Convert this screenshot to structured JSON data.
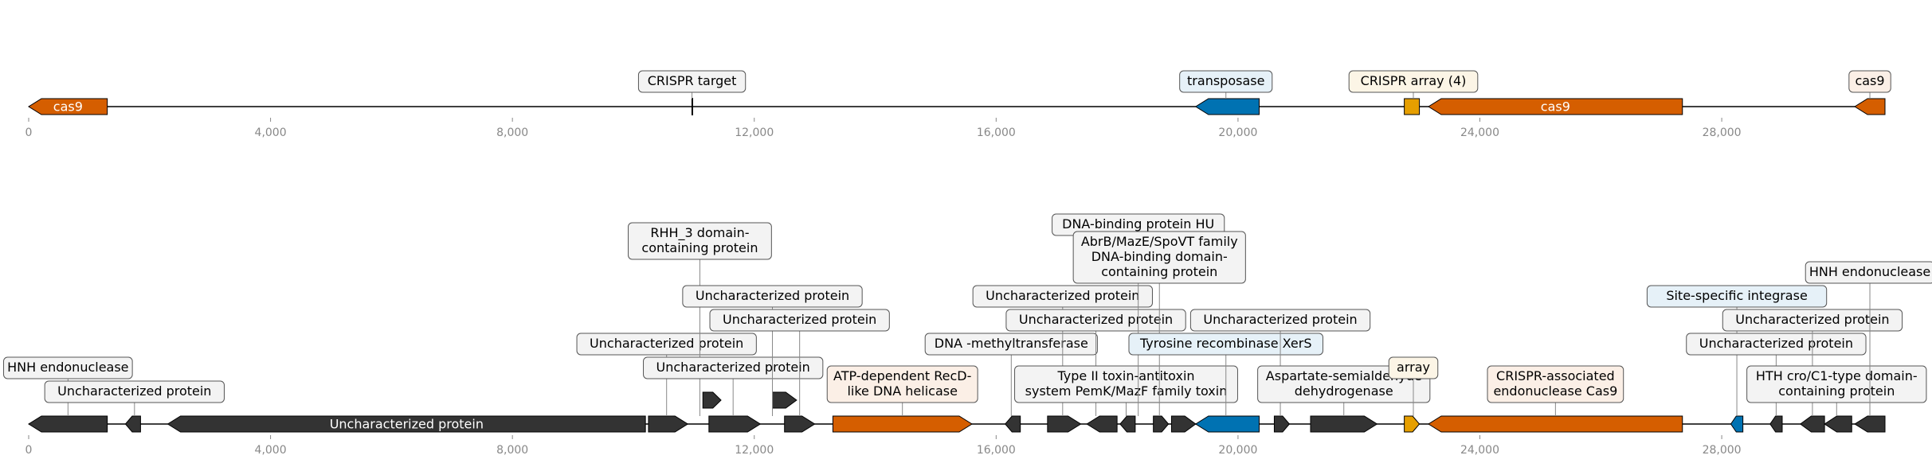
{
  "colors": {
    "cas9": "#D55E00",
    "transposase": "#0072B2",
    "crispr_array": "#E69F00",
    "uncharacterized": "#333333",
    "tick": "#888888",
    "backbone": "#000000"
  },
  "track_top": {
    "length": 30700,
    "ticks": [
      "0",
      "4,000",
      "8,000",
      "12,000",
      "16,000",
      "20,000",
      "24,000",
      "28,000"
    ],
    "features": [
      {
        "start": 0,
        "end": 1300,
        "strand": -1,
        "color": "cas9",
        "inner": "cas9"
      },
      {
        "start": 10950,
        "end": 11000,
        "strand": 0,
        "color": "backbone",
        "kind": "target"
      },
      {
        "start": 19300,
        "end": 20350,
        "strand": -1,
        "color": "transposase"
      },
      {
        "start": 22750,
        "end": 23000,
        "strand": 0,
        "color": "crispr_array"
      },
      {
        "start": 23150,
        "end": 27350,
        "strand": -1,
        "color": "cas9",
        "inner": "cas9"
      },
      {
        "start": 30200,
        "end": 30700,
        "strand": -1,
        "color": "cas9"
      }
    ],
    "labels": [
      {
        "text": "CRISPR target",
        "at": 10970,
        "level": 0,
        "tint": "#f3f3f3"
      },
      {
        "text": "transposase",
        "at": 19800,
        "level": 0,
        "tint": "#e6f1f8"
      },
      {
        "text": "CRISPR array (4)",
        "at": 22900,
        "level": 0,
        "tint": "#fcf5e6"
      },
      {
        "text": "cas9",
        "at": 30450,
        "level": 0,
        "tint": "#fbefe6"
      }
    ]
  },
  "track_bottom": {
    "length": 30700,
    "ticks": [
      "0",
      "4,000",
      "8,000",
      "12,000",
      "16,000",
      "20,000",
      "24,000",
      "28,000"
    ],
    "features": [
      {
        "start": 0,
        "end": 1300,
        "strand": -1,
        "color": "uncharacterized"
      },
      {
        "start": 1600,
        "end": 1850,
        "strand": -1,
        "color": "uncharacterized"
      },
      {
        "start": 2300,
        "end": 10200,
        "strand": -1,
        "color": "uncharacterized",
        "inner": "Uncharacterized protein"
      },
      {
        "start": 10250,
        "end": 10900,
        "strand": 1,
        "color": "uncharacterized"
      },
      {
        "start": 11150,
        "end": 11450,
        "strand": 1,
        "color": "uncharacterized",
        "row": 1
      },
      {
        "start": 11250,
        "end": 12100,
        "strand": 1,
        "color": "uncharacterized"
      },
      {
        "start": 12300,
        "end": 12700,
        "strand": 1,
        "color": "uncharacterized",
        "row": 1
      },
      {
        "start": 12500,
        "end": 13000,
        "strand": 1,
        "color": "uncharacterized"
      },
      {
        "start": 13300,
        "end": 15600,
        "strand": 1,
        "color": "cas9"
      },
      {
        "start": 16150,
        "end": 16400,
        "strand": -1,
        "color": "uncharacterized"
      },
      {
        "start": 16850,
        "end": 17400,
        "strand": 1,
        "color": "uncharacterized"
      },
      {
        "start": 17500,
        "end": 18000,
        "strand": -1,
        "color": "uncharacterized"
      },
      {
        "start": 18050,
        "end": 18300,
        "strand": -1,
        "color": "uncharacterized"
      },
      {
        "start": 18600,
        "end": 18850,
        "strand": 1,
        "color": "uncharacterized"
      },
      {
        "start": 18900,
        "end": 19300,
        "strand": 1,
        "color": "uncharacterized"
      },
      {
        "start": 19300,
        "end": 20350,
        "strand": -1,
        "color": "transposase"
      },
      {
        "start": 20600,
        "end": 20850,
        "strand": 1,
        "color": "uncharacterized"
      },
      {
        "start": 21200,
        "end": 22300,
        "strand": 1,
        "color": "uncharacterized"
      },
      {
        "start": 22750,
        "end": 23000,
        "strand": 1,
        "color": "crispr_array"
      },
      {
        "start": 23150,
        "end": 27350,
        "strand": -1,
        "color": "cas9"
      },
      {
        "start": 28150,
        "end": 28350,
        "strand": -1,
        "color": "transposase"
      },
      {
        "start": 28800,
        "end": 29000,
        "strand": -1,
        "color": "uncharacterized"
      },
      {
        "start": 29300,
        "end": 29700,
        "strand": -1,
        "color": "uncharacterized"
      },
      {
        "start": 29700,
        "end": 30150,
        "strand": -1,
        "color": "uncharacterized"
      },
      {
        "start": 30200,
        "end": 30700,
        "strand": -1,
        "color": "uncharacterized"
      }
    ],
    "labels": [
      {
        "text": "HNH endonuclease",
        "at": 650,
        "level": 1,
        "tint": "#f3f3f3"
      },
      {
        "text": "Uncharacterized protein",
        "at": 1750,
        "level": 0,
        "tint": "#f3f3f3"
      },
      {
        "text": "Uncharacterized protein",
        "at": 10550,
        "level": 2,
        "tint": "#f3f3f3"
      },
      {
        "text": "RHH_3 domain-\ncontaining protein",
        "at": 11100,
        "level": 6,
        "tint": "#f3f3f3"
      },
      {
        "text": "Uncharacterized protein",
        "at": 11650,
        "level": 1,
        "tint": "#f3f3f3"
      },
      {
        "text": "Uncharacterized protein",
        "at": 12300,
        "level": 4,
        "tint": "#f3f3f3"
      },
      {
        "text": "Uncharacterized protein",
        "at": 12750,
        "level": 3,
        "tint": "#f3f3f3"
      },
      {
        "text": "ATP-dependent RecD-\nlike DNA helicase",
        "at": 14450,
        "level": 0,
        "tint": "#fbefe6"
      },
      {
        "text": "DNA -methyltransferase",
        "at": 16250,
        "level": 2,
        "tint": "#f3f3f3"
      },
      {
        "text": "Uncharacterized protein",
        "at": 17100,
        "level": 4,
        "tint": "#f3f3f3"
      },
      {
        "text": "Uncharacterized protein",
        "at": 17650,
        "level": 3,
        "tint": "#f3f3f3"
      },
      {
        "text": "Type II toxin-antitoxin\nsystem PemK/MazF family toxin",
        "at": 18150,
        "level": 0,
        "tint": "#f3f3f3"
      },
      {
        "text": "DNA-binding protein HU",
        "at": 18350,
        "level": 7,
        "tint": "#f3f3f3"
      },
      {
        "text": "AbrB/MazE/SpoVT family\nDNA-binding domain-\ncontaining protein",
        "at": 18700,
        "level": 5,
        "tint": "#f3f3f3"
      },
      {
        "text": "Tyrosine recombinase XerS",
        "at": 19800,
        "level": 2,
        "tint": "#e6f1f8"
      },
      {
        "text": "Uncharacterized protein",
        "at": 20700,
        "level": 3,
        "tint": "#f3f3f3"
      },
      {
        "text": "Aspartate-semialdehyde\ndehydrogenase",
        "at": 21750,
        "level": 0,
        "tint": "#f3f3f3"
      },
      {
        "text": "array",
        "at": 22900,
        "level": 1,
        "tint": "#fcf5e6"
      },
      {
        "text": "CRISPR-associated\nendonuclease Cas9",
        "at": 25250,
        "level": 0,
        "tint": "#fbefe6"
      },
      {
        "text": "Site-specific integrase",
        "at": 28250,
        "level": 4,
        "tint": "#e6f1f8"
      },
      {
        "text": "Uncharacterized protein",
        "at": 28900,
        "level": 2,
        "tint": "#f3f3f3"
      },
      {
        "text": "Uncharacterized protein",
        "at": 29500,
        "level": 3,
        "tint": "#f3f3f3"
      },
      {
        "text": "HTH cro/C1-type domain-\ncontaining protein",
        "at": 29900,
        "level": 0,
        "tint": "#f3f3f3"
      },
      {
        "text": "HNH endonuclease",
        "at": 30450,
        "level": 5,
        "tint": "#f3f3f3"
      }
    ]
  }
}
